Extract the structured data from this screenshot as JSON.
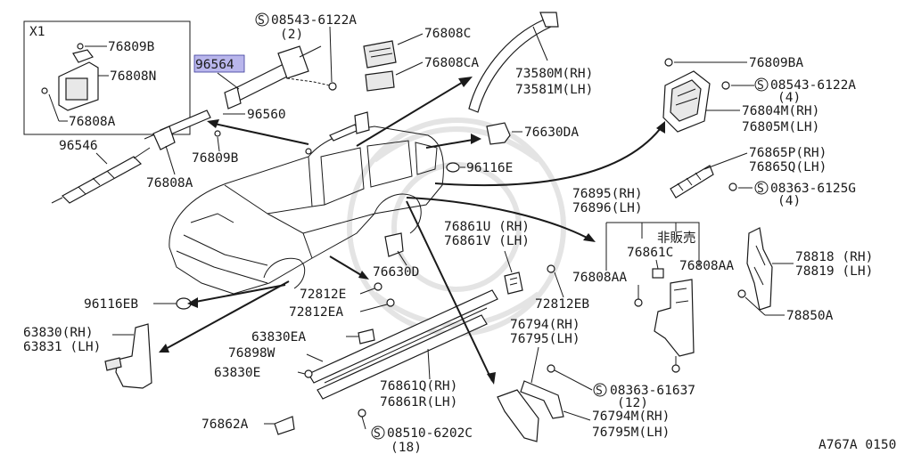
{
  "diagram": {
    "inset_label": "X1",
    "highlighted_part": "96564",
    "drawing_number": "A767A 0150",
    "not_sold_label": "非販売",
    "labels": {
      "p76809B_top": "76809B",
      "p76808N": "76808N",
      "p76808A_inset": "76808A",
      "screw_08543_top": "08543-6122A",
      "qty_2": "(2)",
      "p76808C": "76808C",
      "p76808CA": "76808CA",
      "p73580M": "73580M(RH)",
      "p73581M": "73581M(LH)",
      "p76809BA": "76809BA",
      "screw_08543_right": "08543-6122A",
      "qty_4a": "(4)",
      "p76804M": "76804M(RH)",
      "p76805M": "76805M(LH)",
      "p96560": "96560",
      "p96546": "96546",
      "p76809B_mid": "76809B",
      "p76808A_left": "76808A",
      "p76630DA": "76630DA",
      "p96116E": "96116E",
      "p76865P": "76865P(RH)",
      "p76865Q": "76865Q(LH)",
      "screw_08363_6125G": "08363-6125G",
      "qty_4b": "(4)",
      "p76895": "76895(RH)",
      "p76896": "76896(LH)",
      "p76861U": "76861U (RH)",
      "p76861V": "76861V (LH)",
      "p76861C": "76861C",
      "p76808AA_a": "76808AA",
      "p76808AA_b": "76808AA",
      "p78818": "78818 (RH)",
      "p78819": "78819 (LH)",
      "p78850A": "78850A",
      "p76630D": "76630D",
      "p96116EB": "96116EB",
      "p72812E": "72812E",
      "p72812EA": "72812EA",
      "p72812EB": "72812EB",
      "p63830": "63830(RH)",
      "p63831": "63831 (LH)",
      "p63830EA": "63830EA",
      "p76898W": "76898W",
      "p63830E": "63830E",
      "p76794_rh": "76794(RH)",
      "p76795_lh": "76795(LH)",
      "screw_08363_61637": "08363-61637",
      "qty_12": "(12)",
      "p76861Q": "76861Q(RH)",
      "p76861R": "76861R(LH)",
      "p76794M": "76794M(RH)",
      "p76795M": "76795M(LH)",
      "p76862A": "76862A",
      "screw_08510_6202C": "08510-6202C",
      "qty_18": "(18)"
    }
  }
}
